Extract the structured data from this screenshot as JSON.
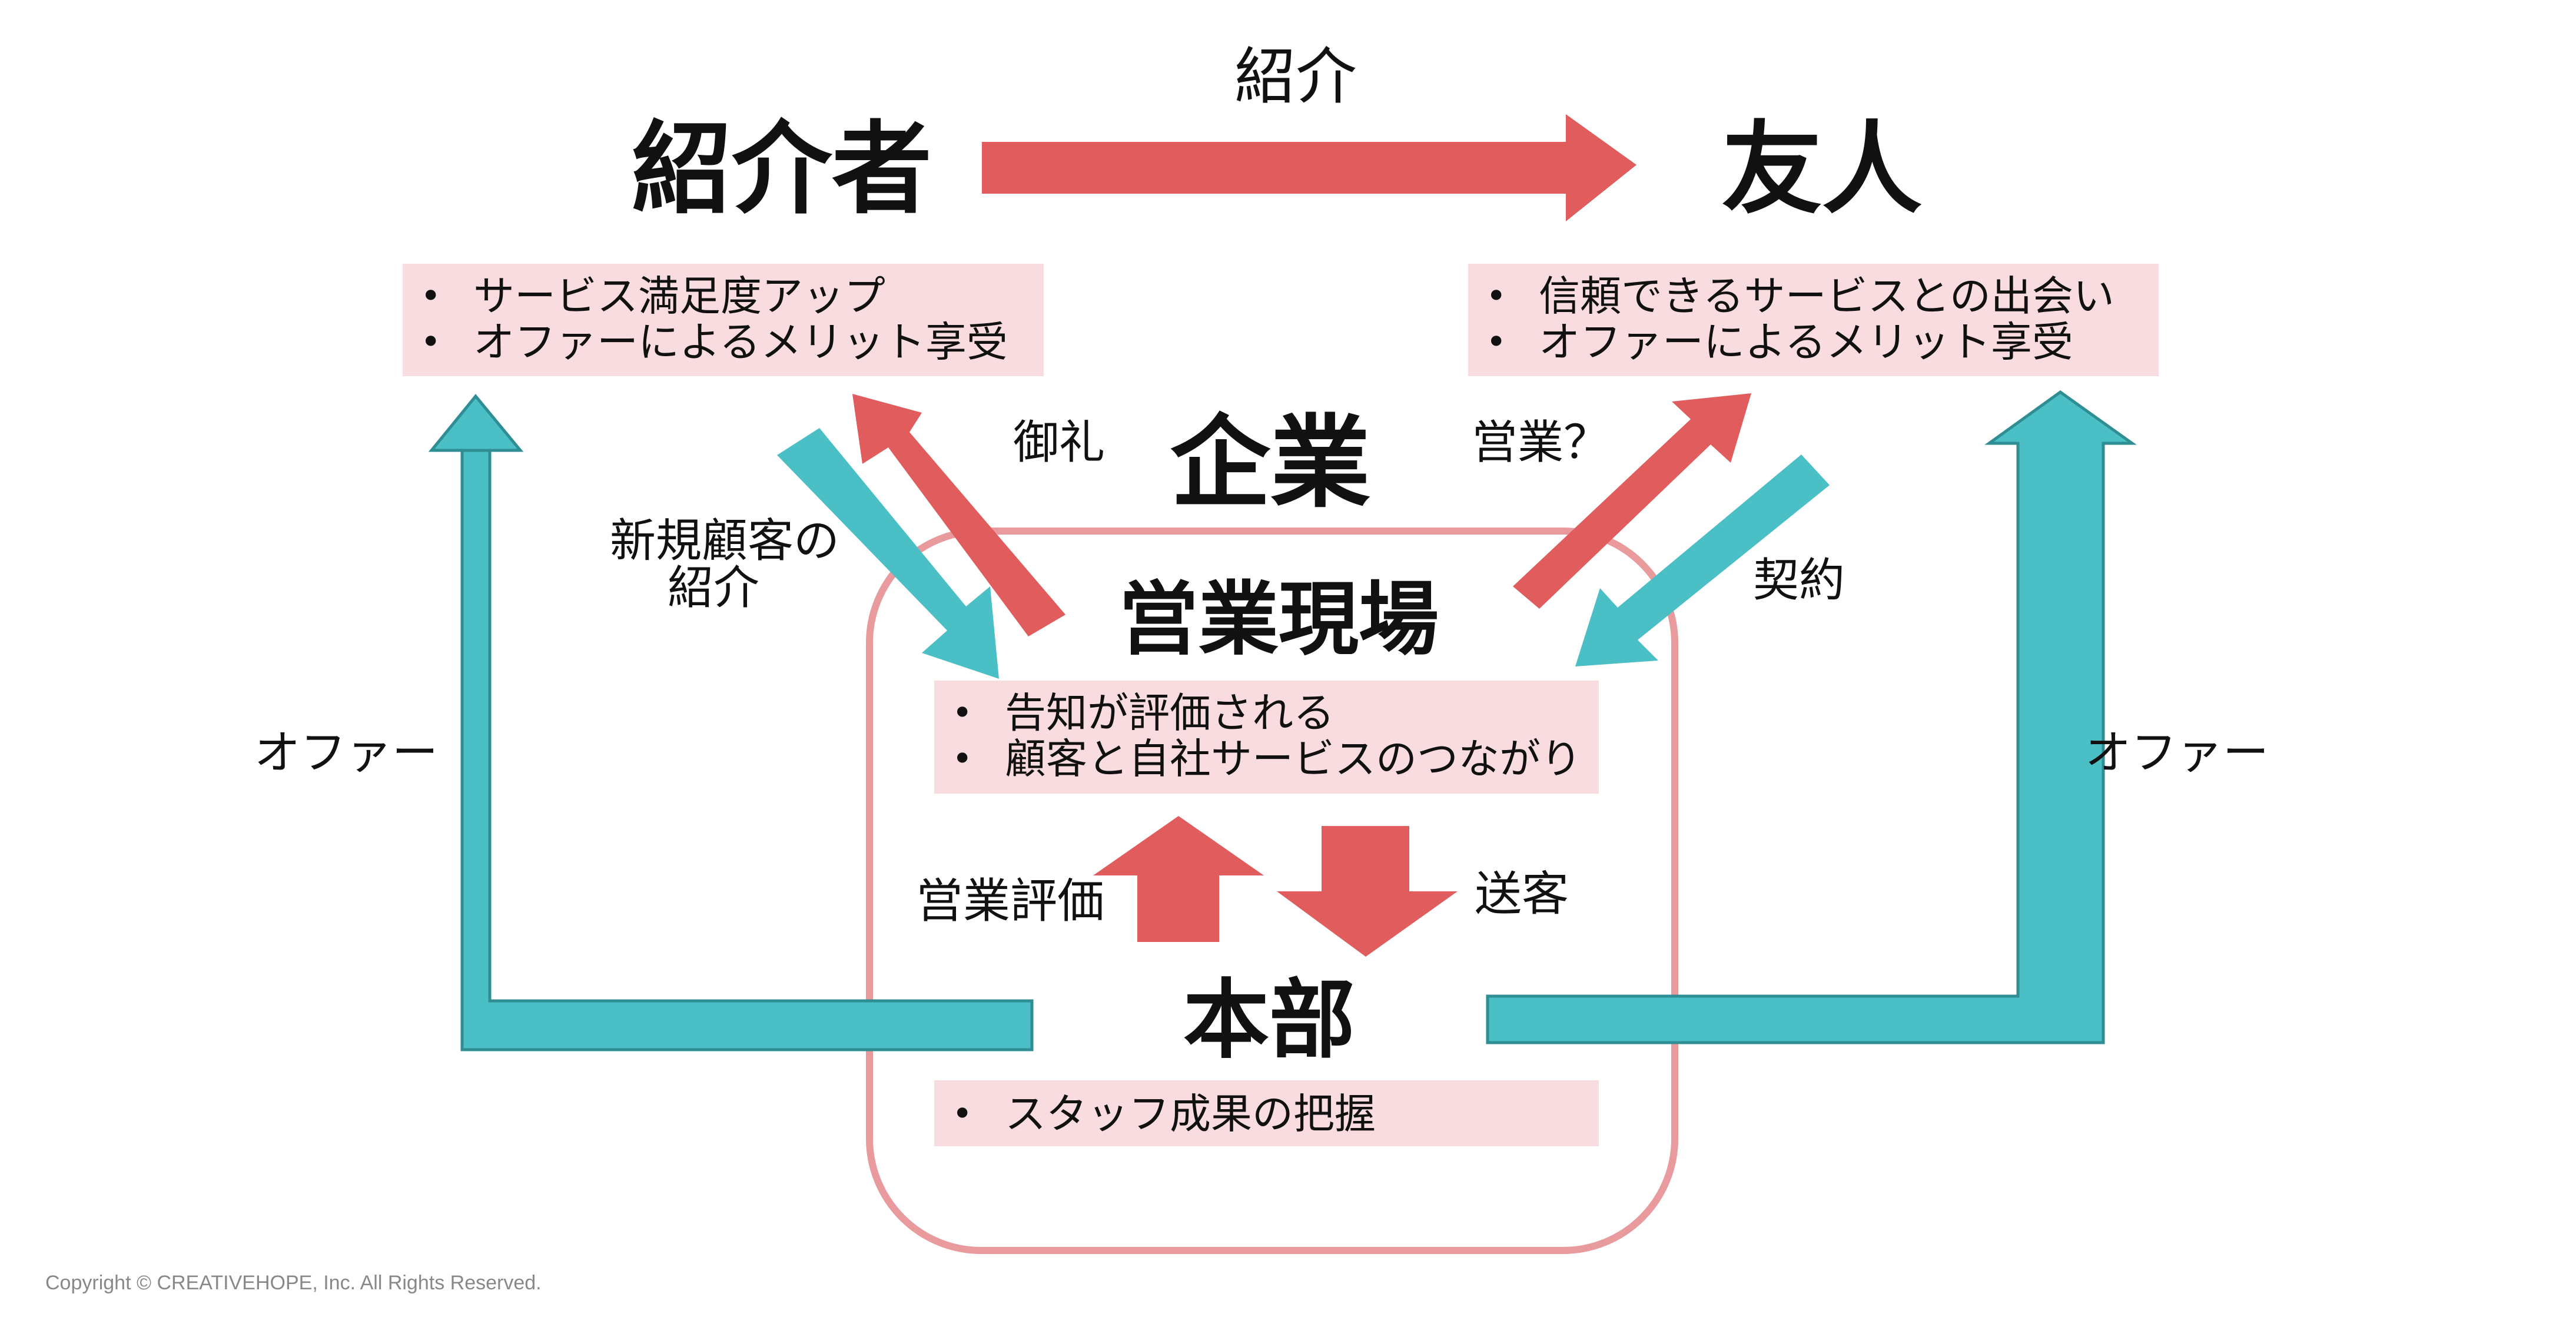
{
  "colors": {
    "red": "#e05c5d",
    "teal": "#4bbfc6",
    "box_fill": "#f8dcdf",
    "company_border": "#e89a9d"
  },
  "top_label": "紹介",
  "introducer": {
    "title": "紹介者",
    "benefits": [
      "サービス満足度アップ",
      "オファーによるメリット享受"
    ]
  },
  "friend": {
    "title": "友人",
    "benefits": [
      "信頼できるサービスとの出会い",
      "オファーによるメリット享受"
    ]
  },
  "company": {
    "title": "企業",
    "field": {
      "title": "営業現場",
      "benefits": [
        "告知が評価される",
        "顧客と自社サービスのつながり"
      ]
    },
    "hq": {
      "title": "本部",
      "benefits": [
        "スタッフ成果の把握"
      ]
    }
  },
  "flows": {
    "thanks": "御礼",
    "new_customer_intro_line1": "新規顧客の",
    "new_customer_intro_line2": "紹介",
    "sales_question": "営業？",
    "contract": "契約",
    "offer_left": "オファー",
    "offer_right": "オファー",
    "sales_evaluation": "営業評価",
    "send_customers": "送客"
  },
  "footer": {
    "copyright": "Copyright © CREATIVEHOPE, Inc. All Rights Reserved."
  }
}
